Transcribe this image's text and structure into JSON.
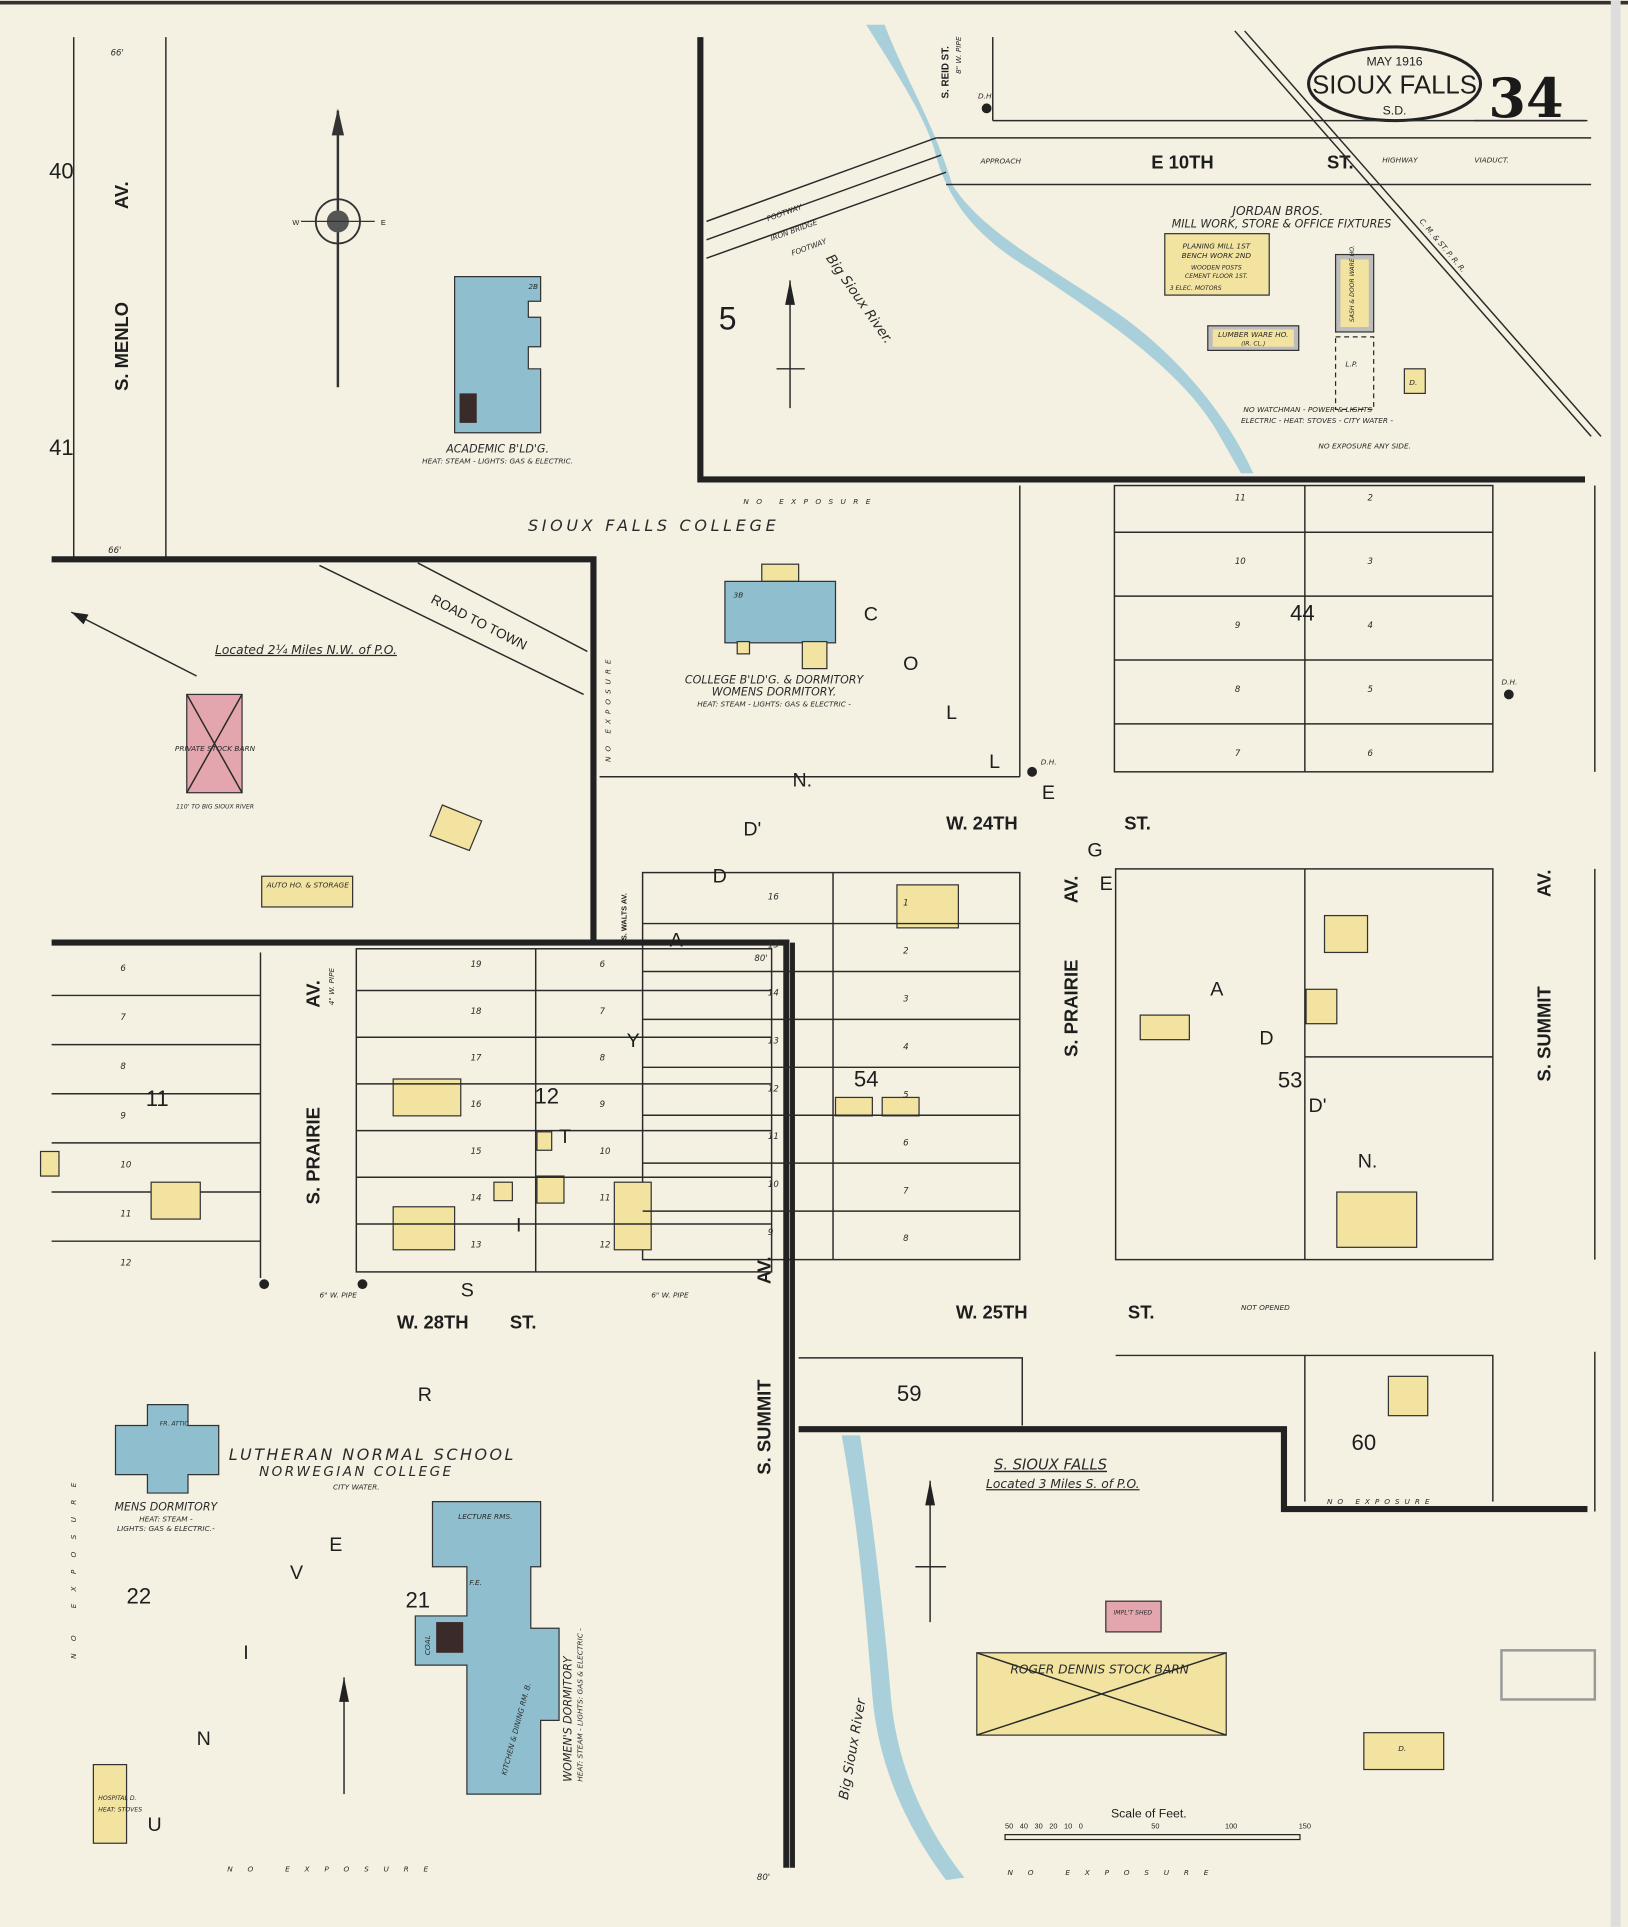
{
  "title_cartouche": {
    "date": "MAY 1916",
    "city": "SIOUX FALLS",
    "state": "S.D.",
    "sheet": "34"
  },
  "sheet_refs": {
    "north": "40",
    "south": "41"
  },
  "streets": {
    "s_menlo": "S. MENLO",
    "s_menlo_av": "AV.",
    "e_10th": "E 10TH",
    "e_10th_st": "ST.",
    "highway": "HIGHWAY",
    "viaduct": "VIADUCT.",
    "approach": "APPROACH",
    "s_reid": "S. REID ST.",
    "pipe_8": "8\" W. PIPE",
    "w_24th": "W. 24TH",
    "w_24th_st": "ST.",
    "w_25th": "W. 25TH",
    "w_25th_st": "ST.",
    "not_opened": "NOT OPENED",
    "w_28th": "W. 28TH",
    "w_28th_st": "ST.",
    "s_prairie_east": "S. PRAIRIE",
    "s_prairie_east_av": "AV.",
    "s_prairie_west": "S. PRAIRIE",
    "s_prairie_west_av": "AV.",
    "s_summit_east": "S. SUMMIT",
    "s_summit_east_av": "AV.",
    "s_summit_west": "S. SUMMIT",
    "s_summit_west_av": "AV.",
    "s_walts": "S. WALTS AV.",
    "road_to_town": "ROAD TO TOWN",
    "railroad": "C. M. & ST. P. R. R.",
    "pipe_6": "6\" W. PIPE",
    "pipe_4": "4\" W. PIPE",
    "width_66": "66'",
    "width_80": "80'"
  },
  "water": {
    "river_north": "Big Sioux River.",
    "river_south": "Big Sioux River",
    "iron_bridge": "IRON BRIDGE",
    "footway": "FOOTWAY"
  },
  "areas": {
    "sioux_falls_college": "SIOUX FALLS COLLEGE",
    "college_addn": [
      "C",
      "O",
      "L",
      "L",
      "E",
      "G",
      "E",
      "A",
      "D",
      "D'",
      "N."
    ],
    "university_addn": [
      "U",
      "N",
      "I",
      "V",
      "E",
      "R",
      "S",
      "I",
      "T",
      "Y",
      "A",
      "D",
      "D'",
      "N."
    ],
    "located_nw": "Located 2¼ Miles N.W. of P.O.",
    "s_sioux_falls": "S. SIOUX FALLS",
    "located_s": "Located 3 Miles S. of P.O."
  },
  "blocks": {
    "b5": "5",
    "b44": "44",
    "b53": "53",
    "b54": "54",
    "b11": "11",
    "b12": "12",
    "b59": "59",
    "b60": "60",
    "b22": "22",
    "b21": "21"
  },
  "lots": {
    "b44_left": [
      "11",
      "10",
      "9",
      "8",
      "7"
    ],
    "b44_right": [
      "2",
      "3",
      "4",
      "5",
      "6"
    ],
    "b54_left": [
      "16",
      "15",
      "14",
      "13",
      "12",
      "11",
      "10",
      "9"
    ],
    "b54_right": [
      "1",
      "2",
      "3",
      "4",
      "5",
      "6",
      "7",
      "8"
    ],
    "b12_left": [
      "19",
      "18",
      "17",
      "16",
      "15",
      "14",
      "13"
    ],
    "b12_right": [
      "6",
      "7",
      "8",
      "9",
      "10",
      "11",
      "12"
    ],
    "b11": [
      "6",
      "7",
      "8",
      "9",
      "10",
      "11",
      "12"
    ]
  },
  "buildings": {
    "academic": {
      "name": "ACADEMIC B'LD'G.",
      "note": "HEAT: STEAM - LIGHTS: GAS & ELECTRIC.",
      "stories": "2B"
    },
    "jordan": {
      "owner": "JORDAN BROS.",
      "business": "MILL WORK, STORE & OFFICE FIXTURES",
      "planing_mill": "PLANING MILL 1ST",
      "bench_work": "BENCH WORK 2ND",
      "posts": "WOODEN POSTS",
      "floor": "CEMENT FLOOR 1ST.",
      "motors": "3 ELEC. MOTORS",
      "lumber": "LUMBER WARE HO.",
      "lumber_sub": "(IR. CL.)",
      "sash": "SASH & DOOR WARE HO.",
      "lp": "L.P.",
      "dwelling": "D.",
      "note1": "NO WATCHMAN - POWER & LIGHTS",
      "note2": "ELECTRIC - HEAT: STOVES - CITY WATER -",
      "note3": "NO EXPOSURE ANY SIDE."
    },
    "college_bldg": {
      "name": "COLLEGE B'LD'G. & DORMITORY",
      "name2": "WOMENS DORMITORY.",
      "note": "HEAT: STEAM - LIGHTS: GAS & ELECTRIC -",
      "stories": "3B"
    },
    "stock_barn": {
      "name": "PRIVATE STOCK BARN",
      "note": "110' TO BIG SIOUX RIVER"
    },
    "auto": {
      "name": "AUTO HO. & STORAGE"
    },
    "lutheran": {
      "title": "LUTHERAN NORMAL SCHOOL",
      "subtitle": "NORWEGIAN COLLEGE",
      "water": "CITY WATER."
    },
    "mens_dorm": {
      "name": "MENS DORMITORY",
      "note1": "HEAT: STEAM -",
      "note2": "LIGHTS: GAS & ELECTRIC.-",
      "attic": "FR. ATTIC"
    },
    "womens_dorm": {
      "name": "WOMEN'S DORMITORY",
      "note": "HEAT: STEAM - LIGHTS: GAS & ELECTRIC -",
      "lecture": "LECTURE RMS.",
      "kitchen": "KITCHEN & DINING RM. B.",
      "coal": "COAL",
      "fe": "F.E."
    },
    "hospital": {
      "name": "HOSPITAL D.",
      "note": "HEAT: STOVES"
    },
    "impl_shed": {
      "name": "IMPL'T SHED"
    },
    "dennis_barn": {
      "name": "ROGER DENNIS STOCK BARN"
    },
    "dwelling_label": "D."
  },
  "notes": {
    "no_exposure": "NO EXPOSURE",
    "dh": "D.H."
  },
  "scale": {
    "title": "Scale of Feet.",
    "ticks": [
      "50",
      "40",
      "30",
      "20",
      "10",
      "0",
      "50",
      "100",
      "150"
    ]
  },
  "compass": {
    "e": "E",
    "w": "W"
  },
  "colors": {
    "paper": "#f4f1e2",
    "brick_fireproof": "#8fbfcf",
    "frame": "#f2e4a0",
    "brick": "#e3a5ae",
    "water": "#a9d0da"
  }
}
